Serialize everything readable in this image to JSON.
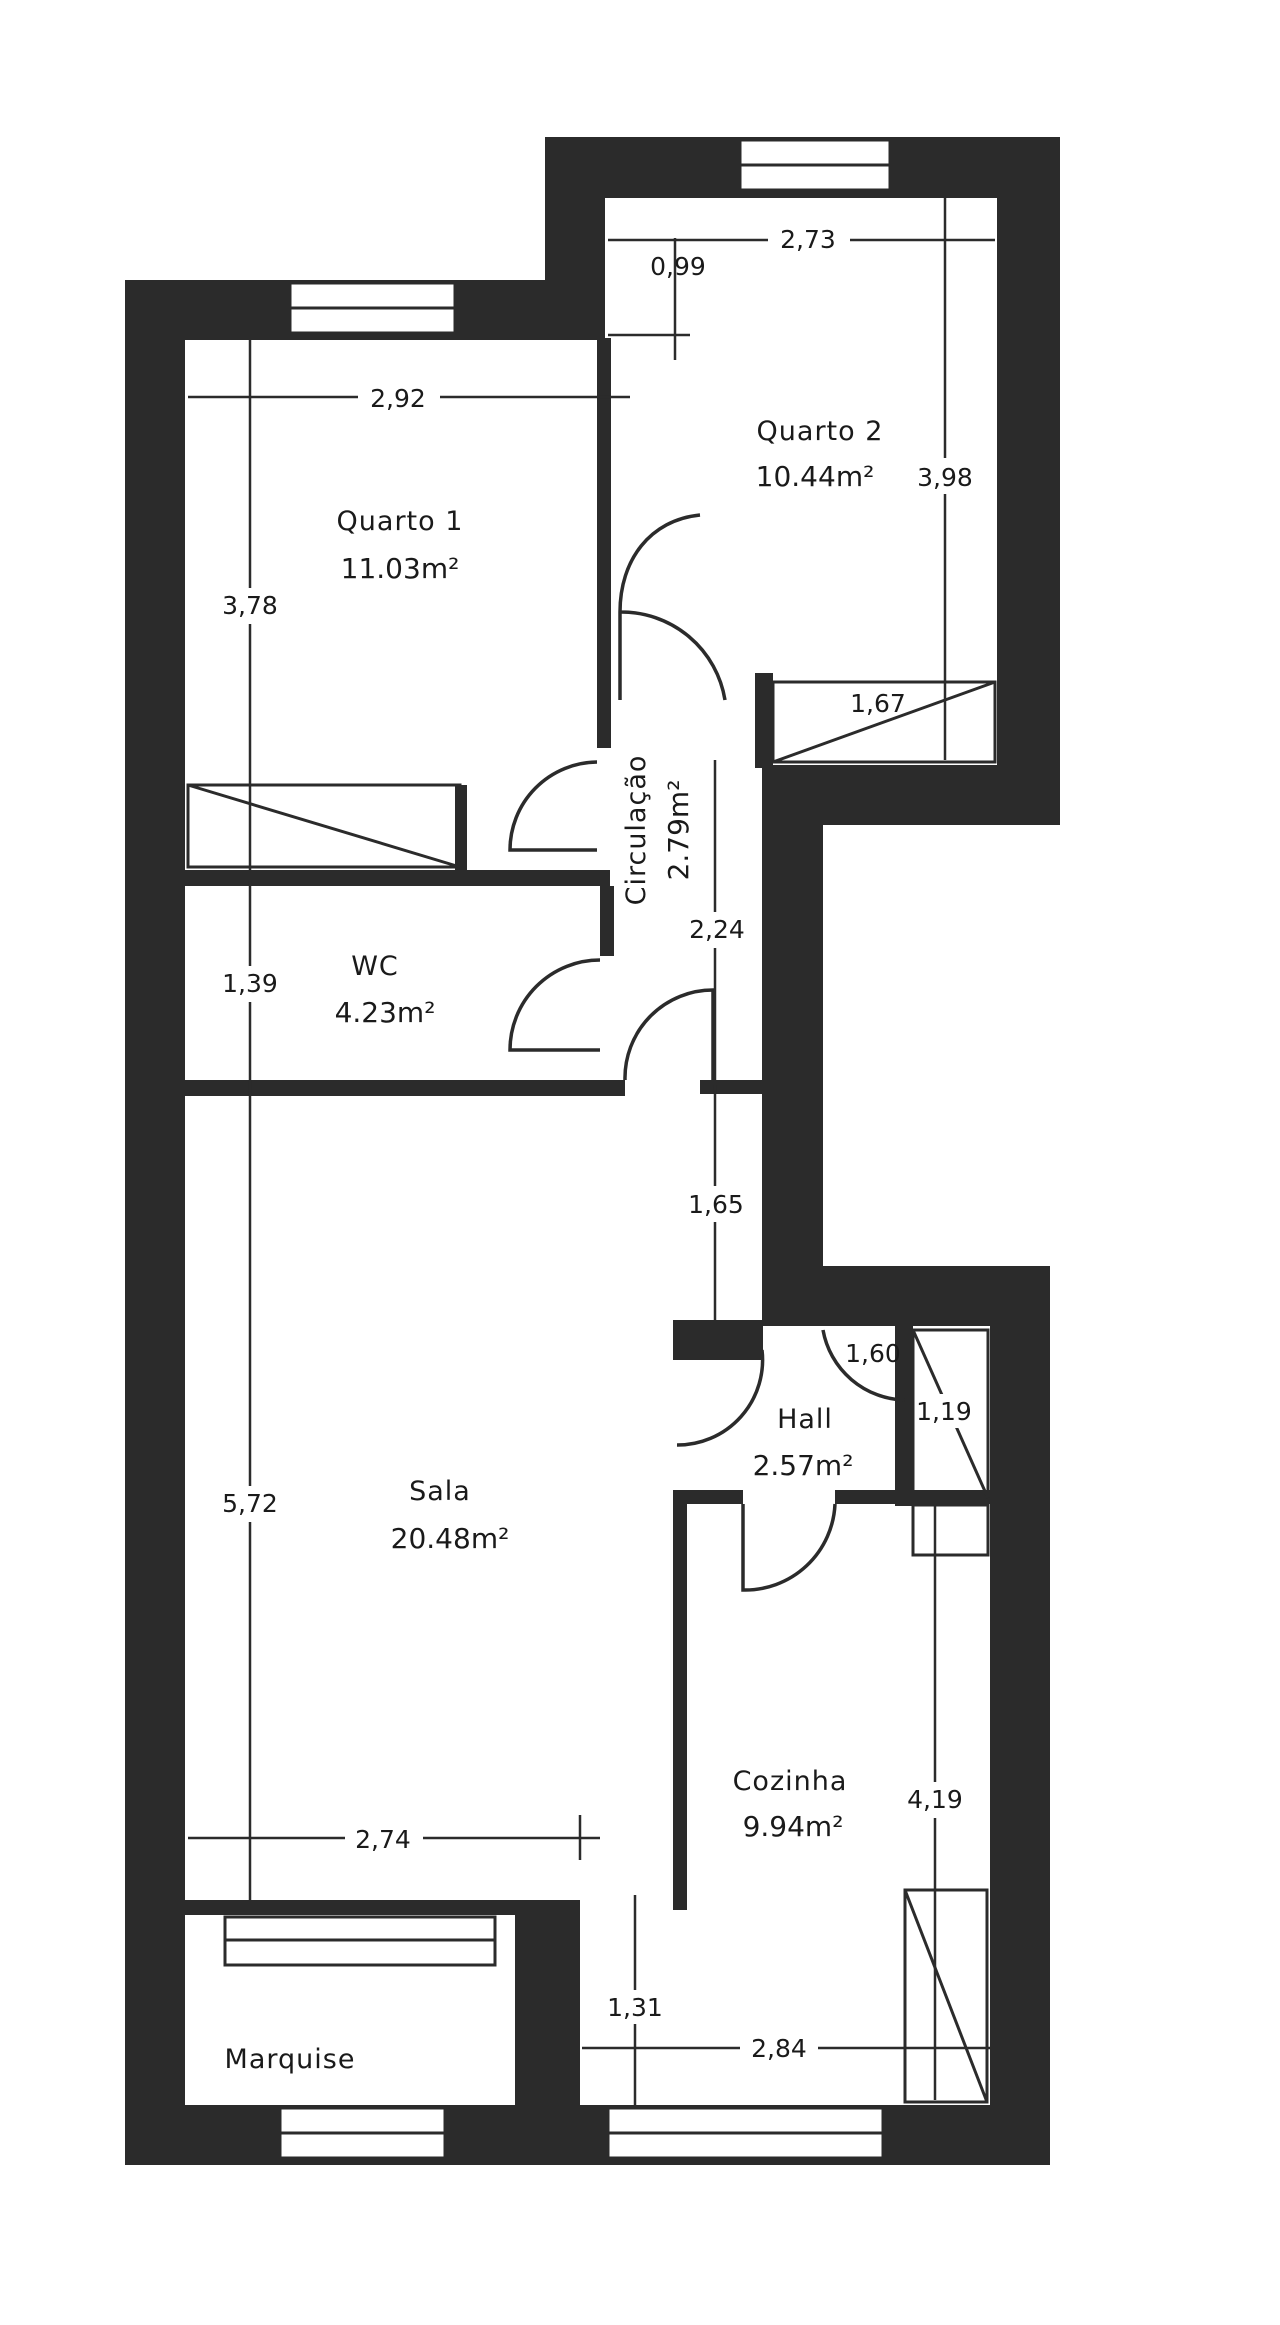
{
  "rooms": {
    "quarto1": {
      "name": "Quarto 1",
      "area": "11.03m²"
    },
    "quarto2": {
      "name": "Quarto 2",
      "area": "10.44m²"
    },
    "circulacao": {
      "name": "Circulação",
      "area": "2.79m²"
    },
    "wc": {
      "name": "WC",
      "area": "4.23m²"
    },
    "sala": {
      "name": "Sala",
      "area": "20.48m²"
    },
    "hall": {
      "name": "Hall",
      "area": "2.57m²"
    },
    "cozinha": {
      "name": "Cozinha",
      "area": "9.94m²"
    },
    "marquise": {
      "name": "Marquise"
    }
  },
  "dimensions": {
    "quarto2_width": "2,73",
    "quarto2_offset": "0,99",
    "quarto2_depth": "3,98",
    "quarto2_closet": "1,67",
    "quarto1_width": "2,92",
    "quarto1_depth": "3,78",
    "circulacao_length": "2,24",
    "wc_depth": "1,39",
    "hall_to_circ": "1,65",
    "hall_width": "1,60",
    "hall_closet": "1,19",
    "sala_depth": "5,72",
    "sala_width": "2,74",
    "cozinha_depth": "4,19",
    "cozinha_sill": "1,31",
    "cozinha_width": "2,84"
  },
  "colors": {
    "wall": "#2b2b2b",
    "background": "#ffffff"
  }
}
